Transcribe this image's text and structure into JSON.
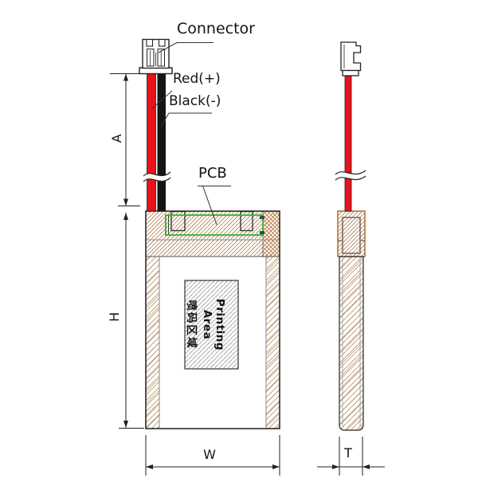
{
  "drawing": {
    "type": "battery-outline-drawing",
    "callouts": {
      "connector": "Connector",
      "red_wire": "Red(+)",
      "black_wire": "Black(-)",
      "pcb": "PCB"
    },
    "printing_area": {
      "en": "Printing Area",
      "zh": "喷码区域"
    },
    "dimensions": {
      "wire_length_label": "A",
      "height_label": "H",
      "width_label": "W",
      "thickness_label": "T"
    },
    "colors": {
      "wire_red": "#e8121a",
      "wire_black": "#151515",
      "pcb_green": "#2db82d",
      "hatch_orange": "#c8834a",
      "dimension_line": "#222222",
      "detail_gray": "#888888"
    }
  }
}
